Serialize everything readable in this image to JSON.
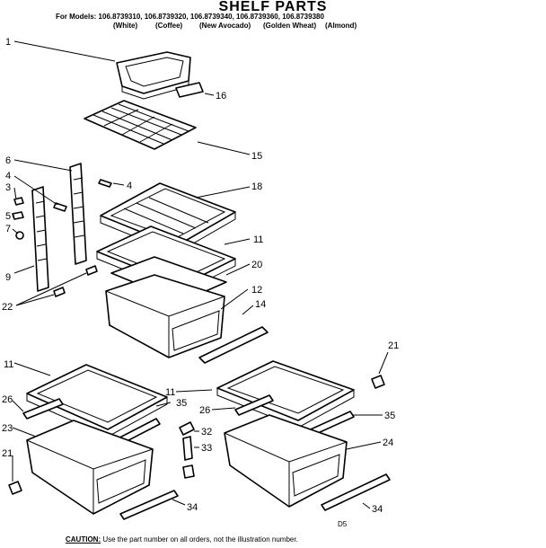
{
  "header": {
    "title": "SHELF PARTS",
    "models_line": "For Models: 106.8739310, 106.8739320, 106.8739340, 106.8739360, 106.8739380",
    "colors": [
      "(White)",
      "(Coffee)",
      "(New Avocado)",
      "(Golden Wheat)",
      "(Almond)"
    ]
  },
  "callouts": [
    "1",
    "16",
    "15",
    "6",
    "4",
    "4",
    "3",
    "5",
    "18",
    "7",
    "11",
    "20",
    "9",
    "12",
    "22",
    "14",
    "21",
    "11",
    "11",
    "35",
    "26",
    "26",
    "35",
    "32",
    "23",
    "33",
    "24",
    "21",
    "34",
    "34"
  ],
  "diagram_code": "D5",
  "footer": {
    "caution_label": "CAUTION:",
    "caution_text": " Use the part number on all orders, not the illustration number."
  }
}
